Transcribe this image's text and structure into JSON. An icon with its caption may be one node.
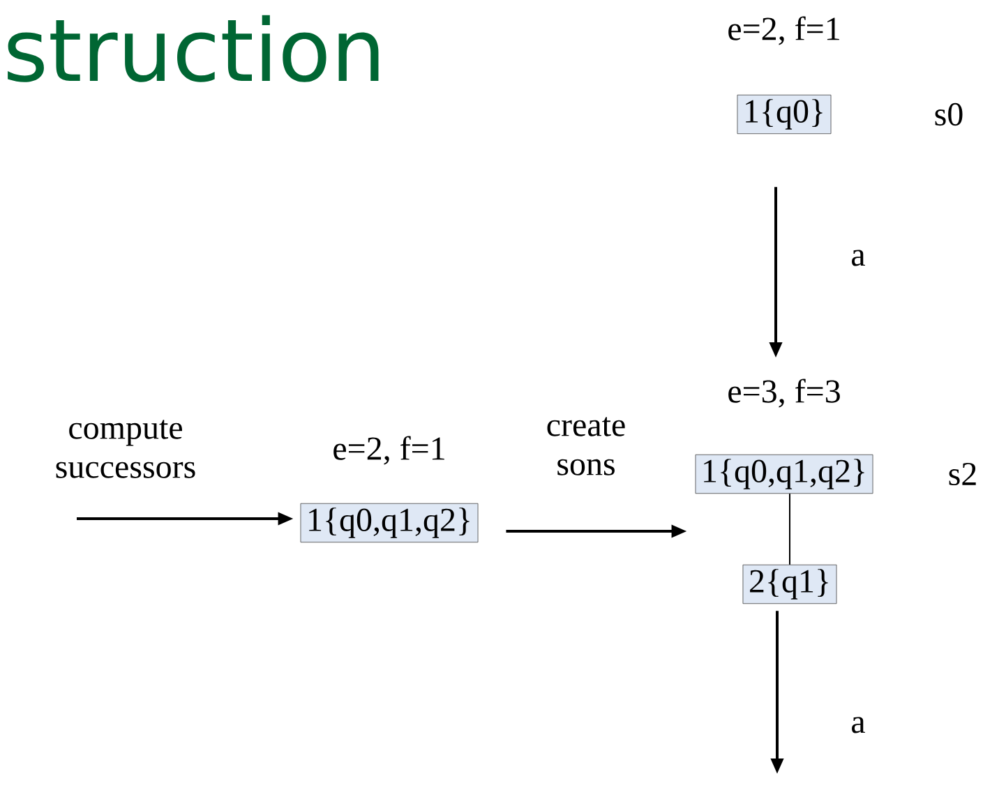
{
  "diagram": {
    "title": "struction",
    "nodes": [
      {
        "text": [
          "e=2, f=1",
          "1{q0}"
        ],
        "beside": [
          "s0"
        ]
      },
      {
        "text": [
          "e=2, f=1",
          "1{q0,q1,q2}"
        ]
      },
      {
        "text": [
          "e=3, f=3",
          "1{q0,q1,q2}"
        ],
        "beside": [
          "s2"
        ]
      },
      {
        "text": [
          "2{q1}"
        ]
      }
    ],
    "edges": [
      {
        "from": 0,
        "to": 2,
        "arrow": "to",
        "label": "a"
      },
      {
        "from": null,
        "to": 1,
        "arrow": "to",
        "label": "compute successors"
      },
      {
        "from": 1,
        "to": 2,
        "arrow": "to",
        "label": "create sons"
      },
      {
        "from": 2,
        "to": 3,
        "arrow": "none"
      },
      {
        "from": 3,
        "to": null,
        "arrow": "to",
        "label": "a"
      }
    ]
  }
}
